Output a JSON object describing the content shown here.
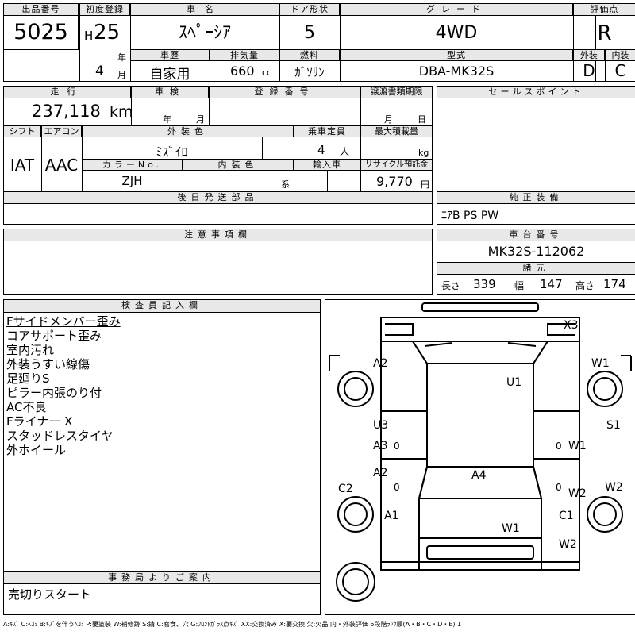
{
  "header": {
    "lot_number_label": "出品番号",
    "lot_number": "5025",
    "first_reg_label": "初度登録",
    "era": "H",
    "year": "25",
    "year_unit": "年",
    "month": "4",
    "month_unit": "月",
    "car_name_label": "車名",
    "car_name": "ｽﾍﾟｰｼｱ",
    "door_label": "ドア形状",
    "doors": "5",
    "grade_label": "グレード",
    "grade": "4WD",
    "score_label": "評価点",
    "score": "R",
    "history_label": "車歴",
    "history": "自家用",
    "displacement_label": "排気量",
    "displacement": "660",
    "displacement_unit": "cc",
    "fuel_label": "燃料",
    "fuel": "ｶﾞｿﾘﾝ",
    "model_label": "型式",
    "model": "DBA-MK32S",
    "exterior_label": "外装",
    "interior_label": "内装",
    "exterior_grade": "D",
    "interior_grade": "C"
  },
  "row2": {
    "mileage_label": "走行",
    "mileage": "237,118",
    "mileage_unit": "km",
    "inspection_label": "車検",
    "inspection_year_unit": "年",
    "inspection_month_unit": "月",
    "plate_label": "登録番号",
    "transfer_label": "譲渡書類期限",
    "transfer_month_unit": "月",
    "transfer_day_unit": "日",
    "shift_label": "シフト",
    "shift": "IAT",
    "ac_label": "エアコン",
    "ac": "AAC",
    "ext_color_label": "外装色",
    "ext_color": "ﾐｽﾞｲﾛ",
    "capacity_label": "乗車定員",
    "capacity": "4",
    "capacity_unit": "人",
    "load_label": "最大積載量",
    "load_unit": "kg",
    "color_no_label": "カラーNo.",
    "color_no": "ZJH",
    "int_color_label": "内装色",
    "int_color_unit": "系",
    "import_label": "輸入車",
    "recycle_label": "リサイクル預託金",
    "recycle": "9,770",
    "recycle_unit": "円",
    "later_parts_label": "後日発送部品"
  },
  "sales": {
    "sales_point_label": "セールスポイント",
    "equipment_label": "純正装備",
    "equipment": "ｴｱB PS PW"
  },
  "notes": {
    "caution_label": "注意事項欄"
  },
  "chassis": {
    "chassis_label": "車台番号",
    "chassis_no": "MK32S-112062",
    "dims_label": "諸元",
    "length_label": "長さ",
    "length": "339",
    "width_label": "幅",
    "width": "147",
    "height_label": "高さ",
    "height": "174"
  },
  "inspector": {
    "label": "検査員記入欄",
    "comments": [
      "Fサイドメンバー歪み",
      "コアサポート歪み",
      "室内汚れ",
      "外装うすい線傷",
      "足廻りS",
      "ピラー内張のり付",
      "AC不良",
      "Fライナー X",
      "スタッドレスタイヤ",
      "外ホイール"
    ]
  },
  "office": {
    "label": "事務局よりご案内",
    "message": "売切りスタート"
  },
  "diagram_marks": {
    "x3": "X3",
    "w1_front_right": "W1",
    "a2_front_left": "A2",
    "u1": "U1",
    "s1": "S1",
    "u3": "U3",
    "a3": "A3",
    "w1_right_door": "W1",
    "a2_left_door": "A2",
    "a4": "A4",
    "c2": "C2",
    "w2_right_door": "W2",
    "w2_right_edge": "W2",
    "a1": "A1",
    "c1": "C1",
    "w1_roof_rear": "W1",
    "w2_rear": "W2",
    "zero": "0"
  },
  "legend": "A:ｷｽﾞ U:ﾍｺﾐ B:ｷｽﾞを伴うﾍｺﾐ P:要塗装 W:補修跡 S:錆 C:腐食、穴 G:ﾌﾛﾝﾄｶﾞﾗｽ点ｷｽﾞ XX:交換済み X:要交換 欠:欠品 内・外装評価 5段階ﾗﾝｸ順(A・B・C・D・E) 1"
}
